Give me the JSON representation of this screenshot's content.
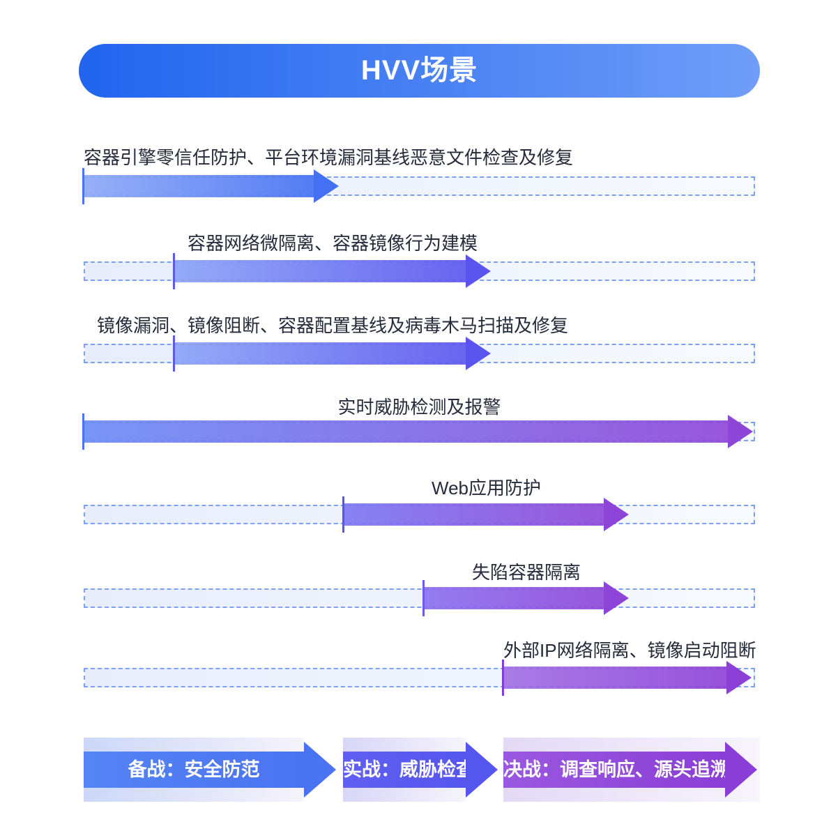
{
  "header": {
    "title": "HVV场景"
  },
  "rows": [
    {
      "label": "容器引擎零信任防护、平台环境漏洞基线恶意文件检查及修复",
      "arrow_start_color": "#8fa9f8",
      "arrow_end_color": "#4470f2"
    },
    {
      "label": "容器网络微隔离、容器镜像行为建模",
      "arrow_start_color": "#8ba3f7",
      "arrow_end_color": "#5a55ee"
    },
    {
      "label": "镜像漏洞、镜像阻断、容器配置基线及病毒木马扫描及修复",
      "arrow_start_color": "#8ba3f7",
      "arrow_end_color": "#5a55ee"
    },
    {
      "label": "实时威胁检测及报警",
      "arrow_start_color": "#6c8cf5",
      "arrow_end_color": "#8e46d8"
    },
    {
      "label": "Web应用防护",
      "arrow_start_color": "#7b76f2",
      "arrow_end_color": "#8d45d8"
    },
    {
      "label": "失陷容器隔离",
      "arrow_start_color": "#8a6fef",
      "arrow_end_color": "#8d45d8"
    },
    {
      "label": "外部IP网络隔离、镜像启动阻断",
      "arrow_start_color": "#a06ee4",
      "arrow_end_color": "#8c40d6"
    }
  ],
  "phases": [
    {
      "label": "备战：安全防范",
      "color": "#4a73f2"
    },
    {
      "label": "实战：威胁检查",
      "color": "#5556ee"
    },
    {
      "label": "决战：调查响应、源头追溯",
      "color": "#8a3ed6"
    }
  ],
  "colors": {
    "header_gradient_left": "#2164ee",
    "header_gradient_right": "#6f9df8",
    "track_fill_left": "#e7edfb",
    "track_fill_right": "#f7fafe",
    "track_dash": "#7fa0f2",
    "label_text": "#252b3a"
  }
}
